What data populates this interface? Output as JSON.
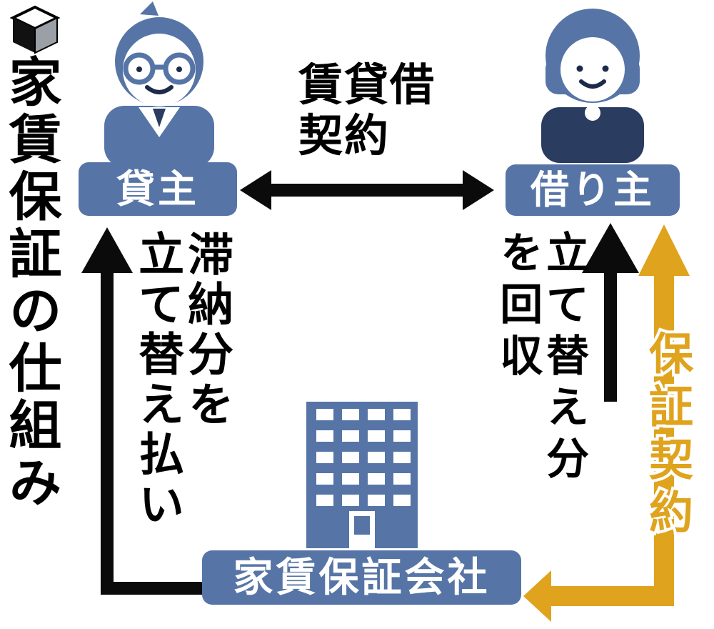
{
  "title": "家賃保証の仕組み",
  "colors": {
    "blue": "#5675a6",
    "navy": "#2a3c5f",
    "orange": "#dfa31d",
    "black": "#0b0b0b"
  },
  "icons": {
    "bullet": "3d-cube-icon",
    "landlord": "man-with-glasses-icon",
    "tenant": "woman-icon",
    "company": "office-building-icon"
  },
  "actors": {
    "landlord": {
      "label": "貸主"
    },
    "tenant": {
      "label": "借り主"
    },
    "guarantee_company": {
      "label": "家賃保証会社"
    }
  },
  "relations": {
    "lease_contract": {
      "line1": "賃貸借",
      "line2": "契約",
      "text": "賃貸借契約"
    },
    "advance_payment": {
      "column1": "滞納分を",
      "column2": "立て替え払い",
      "text": "滞納分を立て替え払い"
    },
    "collection": {
      "column1": "立て替え分",
      "column2": "を回収",
      "text": "立て替え分を回収"
    },
    "guarantee_contract": {
      "label": "保証契約"
    }
  }
}
